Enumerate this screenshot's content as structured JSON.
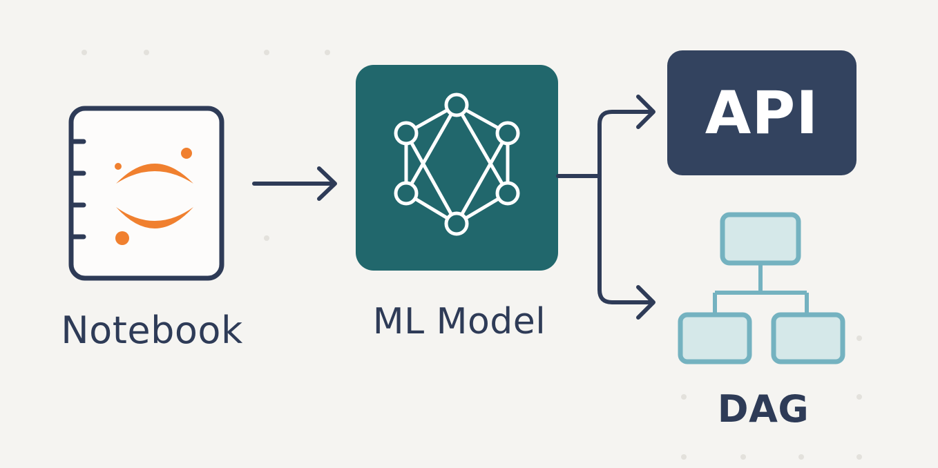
{
  "nodes": {
    "notebook": {
      "label": "Notebook",
      "icon": "jupyter-notebook-icon"
    },
    "model": {
      "label": "ML Model",
      "icon": "neural-network-icon"
    },
    "api": {
      "label": "API"
    },
    "dag": {
      "label": "DAG",
      "icon": "dag-tree-icon"
    }
  },
  "edges": [
    {
      "from": "notebook",
      "to": "model"
    },
    {
      "from": "model",
      "to": "api"
    },
    {
      "from": "model",
      "to": "dag"
    }
  ],
  "colors": {
    "background": "#f5f4f1",
    "ink": "#2e3b57",
    "accent_orange": "#f0802f",
    "model_teal": "#21676c",
    "api_navy": "#33435f",
    "dag_stroke": "#74b2c0",
    "dag_fill": "#d5e8e9"
  }
}
